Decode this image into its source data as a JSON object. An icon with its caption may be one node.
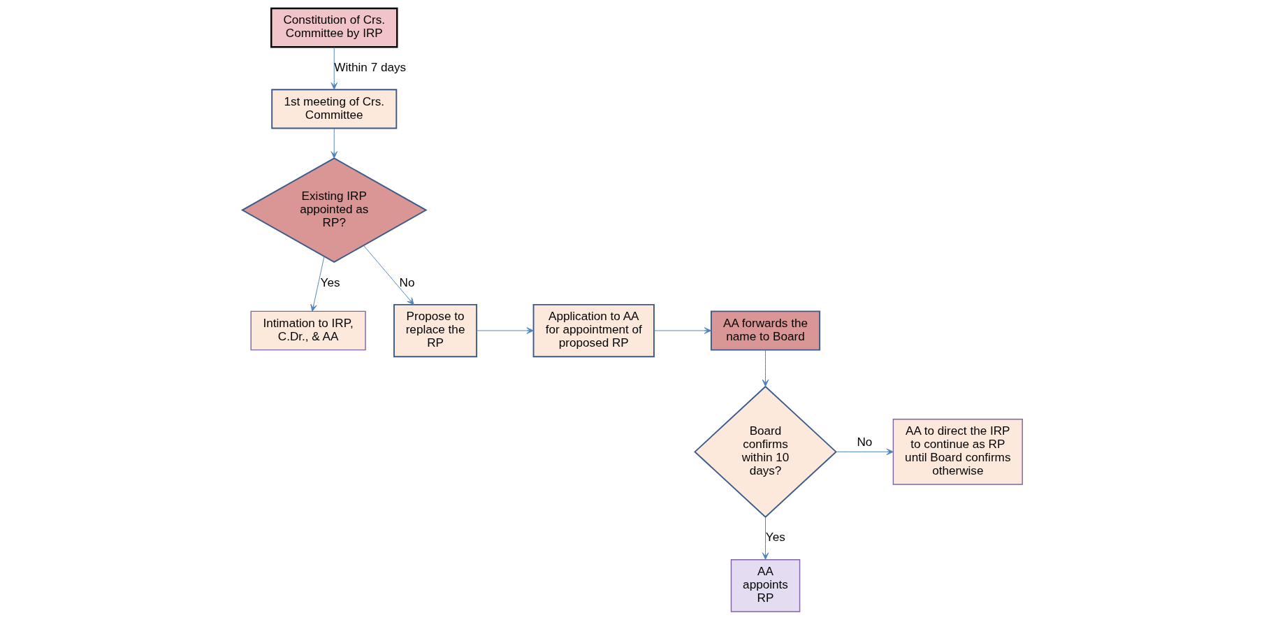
{
  "diagram": {
    "nodes": [
      {
        "text": [
          "Constitution of Crs. Committee by IRP"
        ]
      },
      {
        "text": [
          "1st meeting of Crs. Committee"
        ]
      },
      {
        "text": [
          "Existing IRP appointed as RP?"
        ]
      },
      {
        "text": [
          "Intimation to IRP, C.Dr., & AA"
        ]
      },
      {
        "text": [
          "Propose to replace the RP"
        ]
      },
      {
        "text": [
          "Application to AA for appointment of proposed RP"
        ]
      },
      {
        "text": [
          "AA forwards the name to Board"
        ]
      },
      {
        "text": [
          "Board confirms within 10 days?"
        ]
      },
      {
        "text": [
          "AA to direct the IRP to continue as RP until Board confirms otherwise"
        ]
      },
      {
        "text": [
          "AA appoints RP"
        ]
      }
    ],
    "edges": [
      {
        "from": 0,
        "to": 1,
        "arrow": "to",
        "label": "Within 7 days"
      },
      {
        "from": 1,
        "to": 2,
        "arrow": "to"
      },
      {
        "from": 2,
        "to": 3,
        "arrow": "to",
        "label": "Yes"
      },
      {
        "from": 2,
        "to": 4,
        "arrow": "to",
        "label": "No"
      },
      {
        "from": 4,
        "to": 5,
        "arrow": "to"
      },
      {
        "from": 5,
        "to": 6,
        "arrow": "to"
      },
      {
        "from": 6,
        "to": 7,
        "arrow": "to"
      },
      {
        "from": 7,
        "to": 8,
        "arrow": "to",
        "label": "No"
      },
      {
        "from": 7,
        "to": 9,
        "arrow": "to",
        "label": "Yes"
      }
    ]
  }
}
